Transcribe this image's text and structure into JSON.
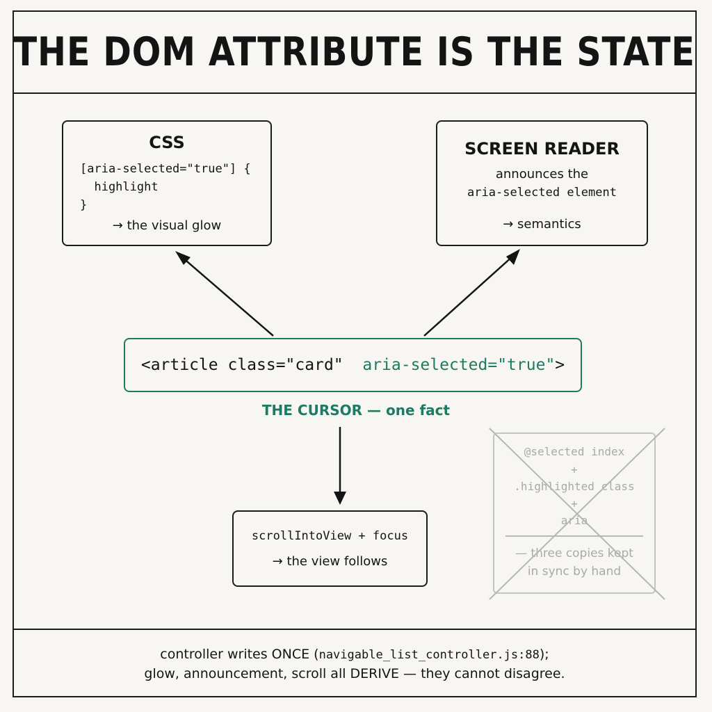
{
  "title": "THE DOM ATTRIBUTE IS THE STATE",
  "css_box": {
    "heading": "CSS",
    "code_line1": "[aria-selected=\"true\"] {",
    "code_line2": "  highlight",
    "code_line3": "}",
    "note": "→ the visual glow"
  },
  "screen_reader_box": {
    "heading": "SCREEN READER",
    "line1": "announces the",
    "line2": "aria-selected element",
    "note": "→ semantics"
  },
  "element_box": {
    "code_prefix": "<article class=\"card\"  ",
    "code_attr": "aria-selected=\"true\"",
    "code_suffix": ">"
  },
  "cursor_label": "THE CURSOR — one fact",
  "scroll_box": {
    "line1": "scrollIntoView + focus",
    "line2": "→ the view follows"
  },
  "rejected_box": {
    "line1": "@selected index",
    "plus1": "+",
    "line2": ".highlighted class",
    "plus2": "+",
    "line3": "aria",
    "note1": "— three copies kept",
    "note2": "in sync by hand"
  },
  "footer": {
    "line1_a": "controller writes ONCE (",
    "line1_code": "navigable_list_controller.js:88",
    "line1_b": ");",
    "line2": "glow, announcement, scroll all DERIVE — they cannot disagree."
  },
  "colors": {
    "accent": "#1f7a63",
    "ink": "#141414",
    "muted": "#a9a9a9",
    "background": "#f7f6f2"
  }
}
